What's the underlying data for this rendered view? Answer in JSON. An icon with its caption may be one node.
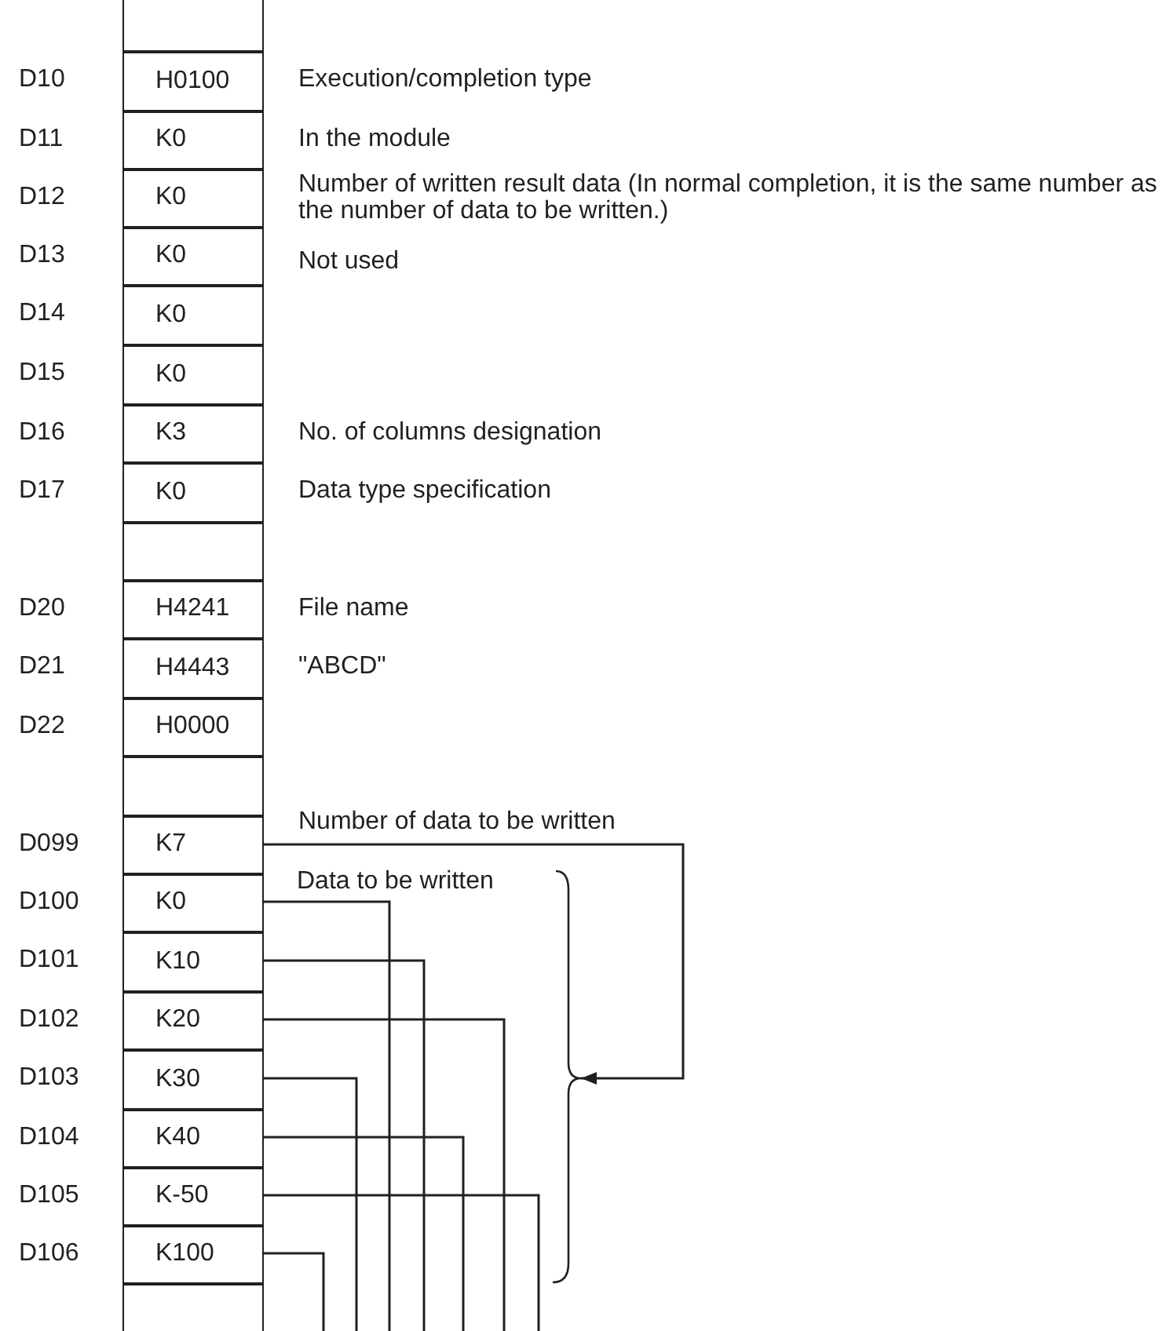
{
  "diagram": {
    "nodes": [
      {
        "text": [],
        "shape": "box"
      },
      {
        "text": [
          "H0100"
        ],
        "beside": [
          "D10",
          "Execution/completion type"
        ]
      },
      {
        "text": [
          "K0"
        ],
        "beside": [
          "D11",
          "In the module"
        ]
      },
      {
        "text": [
          "K0"
        ],
        "beside": [
          "D12",
          "Number of written result data (In normal completion, it is the same number as the number of data to be written.)"
        ]
      },
      {
        "text": [
          "K0"
        ],
        "beside": [
          "D13",
          "Not used"
        ]
      },
      {
        "text": [
          "K0"
        ],
        "beside": [
          "D14"
        ]
      },
      {
        "text": [
          "K0"
        ],
        "beside": [
          "D15"
        ]
      },
      {
        "text": [
          "K3"
        ],
        "beside": [
          "D16",
          "No. of columns designation"
        ]
      },
      {
        "text": [
          "K0"
        ],
        "beside": [
          "D17",
          "Data type specification"
        ]
      },
      {
        "text": [],
        "shape": "box"
      },
      {
        "text": [
          "H4241"
        ],
        "beside": [
          "D20",
          "File name"
        ]
      },
      {
        "text": [
          "H4443"
        ],
        "beside": [
          "D21",
          "\"ABCD\""
        ]
      },
      {
        "text": [
          "H0000"
        ],
        "beside": [
          "D22"
        ]
      },
      {
        "text": [],
        "shape": "box"
      },
      {
        "text": [
          "K7"
        ],
        "beside": [
          "D099",
          "Number of data to be written"
        ]
      },
      {
        "text": [
          "K0"
        ],
        "beside": [
          "D100"
        ]
      },
      {
        "text": [
          "K10"
        ],
        "beside": [
          "D101"
        ]
      },
      {
        "text": [
          "K20"
        ],
        "beside": [
          "D102"
        ]
      },
      {
        "text": [
          "K30"
        ],
        "beside": [
          "D103"
        ]
      },
      {
        "text": [
          "K40"
        ],
        "beside": [
          "D104"
        ]
      },
      {
        "text": [
          "K-50"
        ],
        "beside": [
          "D105"
        ]
      },
      {
        "text": [
          "K100"
        ],
        "beside": [
          "D106"
        ]
      },
      {
        "text": [],
        "shape": "box"
      },
      {
        "text": [],
        "shape": "brace"
      }
    ],
    "labels": [
      "Data to be written"
    ],
    "edges": [
      {
        "from": 14,
        "to": 23,
        "arrow": "to"
      },
      {
        "from": 15,
        "to": null,
        "arrow": "none"
      },
      {
        "from": 16,
        "to": null,
        "arrow": "none"
      },
      {
        "from": 17,
        "to": null,
        "arrow": "none"
      },
      {
        "from": 18,
        "to": null,
        "arrow": "none"
      },
      {
        "from": 19,
        "to": null,
        "arrow": "none"
      },
      {
        "from": 20,
        "to": null,
        "arrow": "none"
      },
      {
        "from": 21,
        "to": null,
        "arrow": "none"
      }
    ]
  }
}
